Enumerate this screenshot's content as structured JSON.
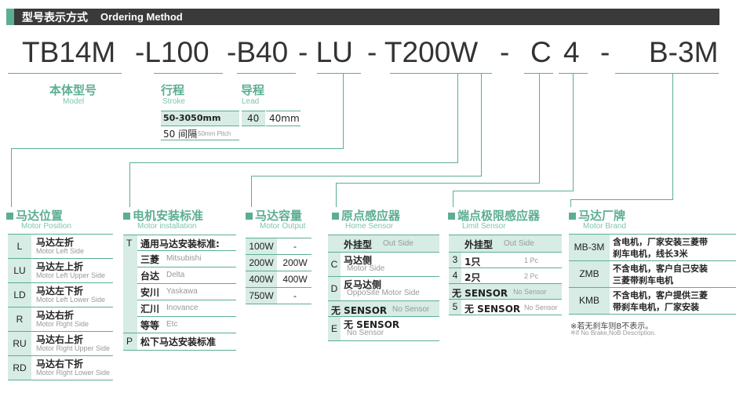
{
  "header": {
    "title_cn": "型号表示方式",
    "title_en": "Ordering Method"
  },
  "code": {
    "model": "TB14M",
    "stroke": "-L100",
    "lead": "-B40",
    "position": "-  LU",
    "output": "-  T200W",
    "dash1": "-",
    "home": "C",
    "limit": "4",
    "dash2": "-",
    "brand": "B-3M"
  },
  "labels": {
    "model": {
      "cn": "本体型号",
      "en": "Model"
    },
    "stroke": {
      "cn": "行程",
      "en": "Stroke"
    },
    "lead": {
      "cn": "导程",
      "en": "Lead"
    }
  },
  "stroke_table": {
    "range": "50-3050mm",
    "pitch_cn": "50 间隔",
    "pitch_en": "50mm Pitch"
  },
  "lead_table": {
    "code": "40",
    "value": "40mm"
  },
  "motor_position": {
    "title_cn": "马达位置",
    "title_en": "Motor Position",
    "rows": [
      {
        "code": "L",
        "cn": "马达左折",
        "en": "Motor Left Side"
      },
      {
        "code": "LU",
        "cn": "马达左上折",
        "en": "Motor Left Upper Side"
      },
      {
        "code": "LD",
        "cn": "马达左下折",
        "en": "Motor Left Lower Side"
      },
      {
        "code": "R",
        "cn": "马达右折",
        "en": "Motor Right Side"
      },
      {
        "code": "RU",
        "cn": "马达右上折",
        "en": "Motor Right Upper Side"
      },
      {
        "code": "RD",
        "cn": "马达右下折",
        "en": "Motor Right Lower Side"
      }
    ]
  },
  "motor_install": {
    "title_cn": "电机安装标准",
    "title_en": "Motor installation",
    "t_code": "T",
    "t_label": "通用马达安装标准:",
    "brands": [
      {
        "cn": "三菱",
        "en": "Mitsubishi"
      },
      {
        "cn": "台达",
        "en": "Delta"
      },
      {
        "cn": "安川",
        "en": "Yaskawa"
      },
      {
        "cn": "汇川",
        "en": "Inovance"
      },
      {
        "cn": "等等",
        "en": "Etc"
      }
    ],
    "p_code": "P",
    "p_label": "松下马达安装标准"
  },
  "motor_output": {
    "title_cn": "马达容量",
    "title_en": "Motor Output",
    "rows": [
      [
        "100W",
        "-"
      ],
      [
        "200W",
        "200W"
      ],
      [
        "400W",
        "400W"
      ],
      [
        "750W",
        "-"
      ]
    ]
  },
  "home_sensor": {
    "title_cn": "原点感应器",
    "title_en": "Home Sensor",
    "head_cn": "外挂型",
    "head_en": "Out Side",
    "rows": [
      {
        "code": "C",
        "cn": "马达侧",
        "en": "Motor Side"
      },
      {
        "code": "D",
        "cn": "反马达侧",
        "en": "OppoSite Motor Side"
      },
      {
        "code": "",
        "cn": "无 SENSOR",
        "en": "No Sensor"
      },
      {
        "code": "E",
        "cn": "无 SENSOR",
        "en": "No Sensor"
      }
    ]
  },
  "limit_sensor": {
    "title_cn": "端点极限感应器",
    "title_en": "Limit Sensor",
    "head_cn": "外挂型",
    "head_en": "Out Side",
    "rows": [
      {
        "code": "3",
        "cn": "1只",
        "en": "1 Pc"
      },
      {
        "code": "4",
        "cn": "2只",
        "en": "2 Pc"
      },
      {
        "code": "",
        "cn": "无 SENSOR",
        "en": "No Sensor"
      },
      {
        "code": "5",
        "cn": "无 SENSOR",
        "en": "No Sensor"
      }
    ]
  },
  "motor_brand": {
    "title_cn": "马达厂牌",
    "title_en": "Motor Brand",
    "rows": [
      {
        "code": "MB-3M",
        "desc1": "含电机，厂家安装三菱带",
        "desc2": "刹车电机，线长3米"
      },
      {
        "code": "ZMB",
        "desc1": "不含电机，客户自己安装",
        "desc2": "三菱带刹车电机"
      },
      {
        "code": "KMB",
        "desc1": "不含电机，客户提供三菱",
        "desc2": "带刹车电机，厂家安装"
      }
    ],
    "note_cn": "※若无刹车则B不表示。",
    "note_en": "※If No Brake,NoB Description."
  },
  "colors": {
    "accent": "#5cae93",
    "header_bg": "#3a3a3a",
    "cell_bg": "#d6ece4"
  }
}
